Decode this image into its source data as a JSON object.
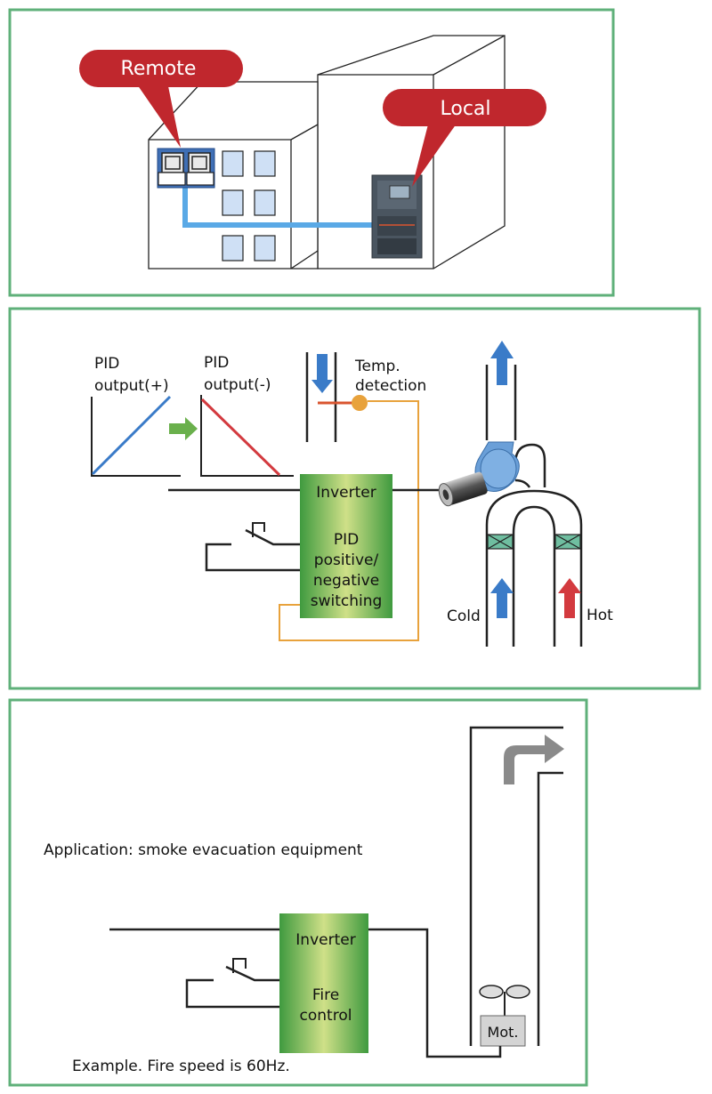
{
  "panel1": {
    "remote_label": "Remote",
    "local_label": "Local"
  },
  "panel2": {
    "pid_pos_line1": "PID",
    "pid_pos_line2": "output(+)",
    "pid_neg_line1": "PID",
    "pid_neg_line2": "output(-)",
    "temp_line1": "Temp.",
    "temp_line2": "detection",
    "inverter_title": "Inverter",
    "inverter_line1": "PID",
    "inverter_line2": "positive/",
    "inverter_line3": "negative",
    "inverter_line4": "switching",
    "cold_label": "Cold",
    "hot_label": "Hot"
  },
  "panel3": {
    "application_text": "Application: smoke evacuation equipment",
    "inverter_title": "Inverter",
    "inverter_line1": "Fire",
    "inverter_line2": "control",
    "motor_label": "Mot.",
    "example_text": "Example. Fire speed is 60Hz."
  },
  "colors": {
    "panel_border": "#5fb07a",
    "bubble": "#c0272d",
    "cable": "#5aa9e6",
    "arrow_blue": "#3a7bc8",
    "arrow_red": "#d33a3f",
    "arrow_green": "#6ab04c",
    "arrow_gray": "#8a8a8a",
    "orange_wire": "#e8a23c"
  }
}
